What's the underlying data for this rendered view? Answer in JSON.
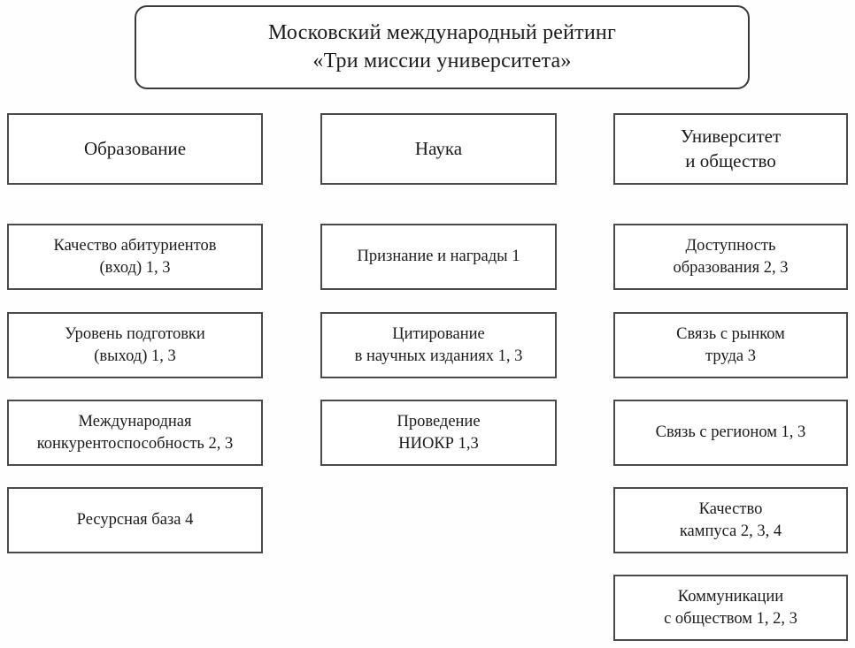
{
  "title": {
    "line1": "Московский международный рейтинг",
    "line2": "«Три миссии университета»"
  },
  "columns": [
    {
      "id": "education",
      "header": {
        "line1": "Образование",
        "line2": ""
      },
      "items": [
        {
          "line1": "Качество абитуриентов",
          "line2": "(вход) 1, 3"
        },
        {
          "line1": "Уровень подготовки",
          "line2": "(выход) 1, 3"
        },
        {
          "line1": "Международная",
          "line2": "конкурентоспособность 2, 3"
        },
        {
          "line1": "Ресурсная база 4",
          "line2": ""
        }
      ]
    },
    {
      "id": "science",
      "header": {
        "line1": "Наука",
        "line2": ""
      },
      "items": [
        {
          "line1": "Признание и награды 1",
          "line2": ""
        },
        {
          "line1": "Цитирование",
          "line2": "в научных изданиях 1, 3"
        },
        {
          "line1": "Проведение",
          "line2": "НИОКР 1,3"
        }
      ]
    },
    {
      "id": "university-and-society",
      "header": {
        "line1": "Университет",
        "line2": "и общество"
      },
      "items": [
        {
          "line1": "Доступность",
          "line2": "образования 2, 3"
        },
        {
          "line1": "Связь с рынком",
          "line2": "труда 3"
        },
        {
          "line1": "Связь с регионом 1, 3",
          "line2": ""
        },
        {
          "line1": "Качество",
          "line2": "кампуса 2, 3, 4"
        },
        {
          "line1": "Коммуникации",
          "line2": "с обществом 1, 2, 3"
        }
      ]
    }
  ],
  "colors": {
    "border": "#4a4a4c",
    "title_border": "#3a3a3c",
    "text": "#1b1b1b",
    "background": "#fefefe"
  }
}
